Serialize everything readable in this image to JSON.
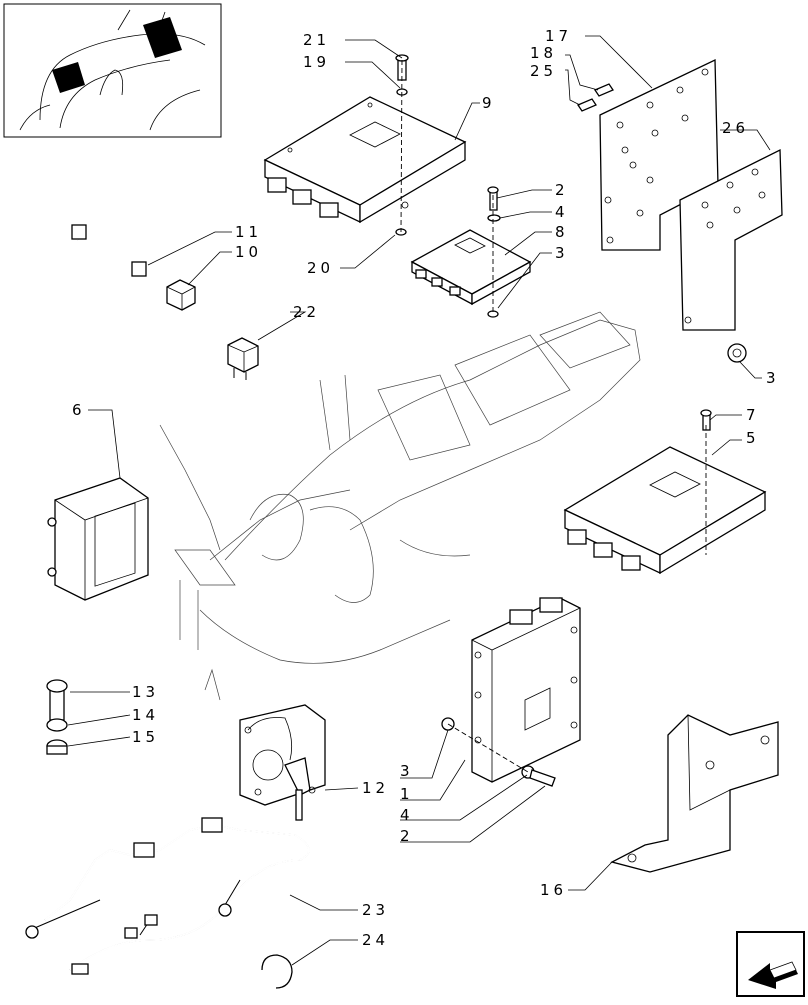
{
  "labels": {
    "l1": "1",
    "l2a": "2",
    "l2b": "2",
    "l3a": "3",
    "l3b": "3",
    "l3c": "3",
    "l4a": "4",
    "l4b": "4",
    "l5": "5",
    "l6": "6",
    "l7": "7",
    "l8": "8",
    "l9": "9",
    "l10": "10",
    "l11": "11",
    "l12": "12",
    "l13": "13",
    "l14": "14",
    "l15": "15",
    "l16": "16",
    "l17": "17",
    "l18": "18",
    "l19": "19",
    "l20": "20",
    "l21": "21",
    "l22": "22",
    "l23": "23",
    "l24": "24",
    "l25": "25",
    "l26": "26"
  },
  "colors": {
    "ink": "#000000",
    "paper": "#ffffff"
  }
}
